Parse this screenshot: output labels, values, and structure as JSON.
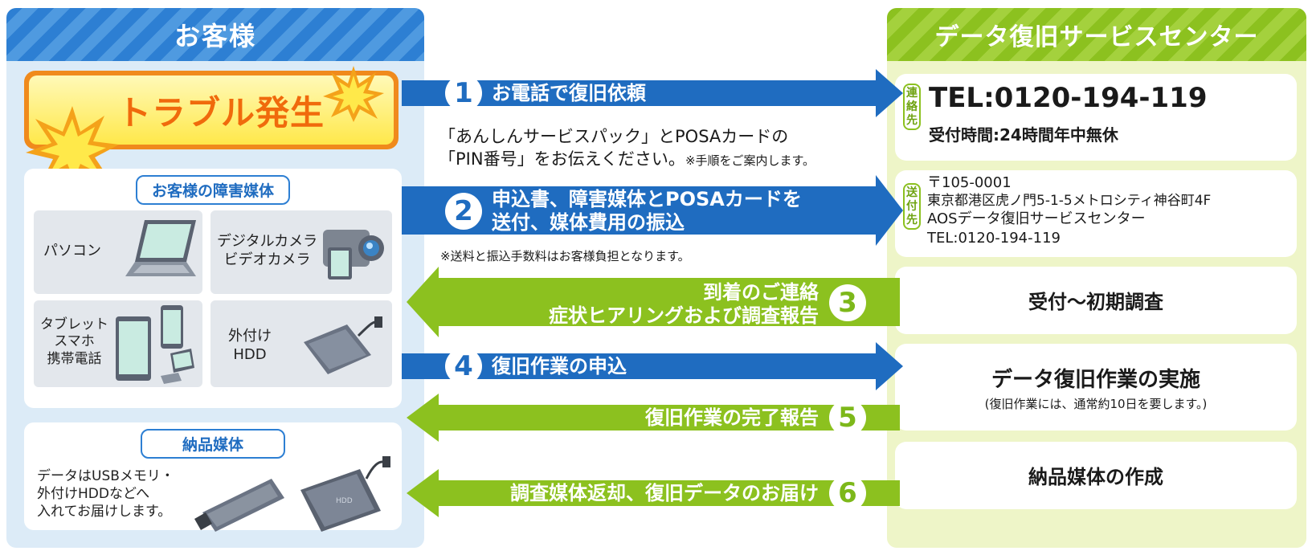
{
  "left_panel": {
    "title": "お客様",
    "trouble": "トラブル発生",
    "media_title": "お客様の障害媒体",
    "media": [
      {
        "label": "パソコン"
      },
      {
        "label_lines": [
          "デジタルカメラ",
          "ビデオカメラ"
        ]
      },
      {
        "label_lines": [
          "タブレット",
          "スマホ",
          "携帯電話"
        ]
      },
      {
        "label_lines": [
          "外付け",
          "HDD"
        ]
      }
    ],
    "delivery_title": "納品媒体",
    "delivery_text": [
      "データはUSBメモリ・",
      "外付けHDDなどへ",
      "入れてお届けします。"
    ],
    "hdd_label": "HDD"
  },
  "right_panel": {
    "title": "データ復旧サービスセンター",
    "contact": {
      "tag": [
        "連",
        "絡",
        "先"
      ],
      "tel": "TEL:0120-194-119",
      "hours": "受付時間:24時間年中無休"
    },
    "address": {
      "tag": [
        "送",
        "付",
        "先"
      ],
      "lines": [
        "〒105-0001",
        "東京都港区虎ノ門5-1-5メトロシティ神谷町4F",
        "AOSデータ復旧サービスセンター",
        "TEL:0120-194-119"
      ]
    },
    "step3_box": "受付〜初期調査",
    "step4_box": "データ復旧作業の実施",
    "step4_note": "(復旧作業には、通常約10日を要します。)",
    "step6_box": "納品媒体の作成"
  },
  "steps": [
    {
      "num": "1",
      "lines": [
        "お電話で復旧依頼"
      ]
    },
    {
      "num": "2",
      "lines": [
        "申込書、障害媒体とPOSAカードを",
        "送付、媒体費用の振込"
      ]
    },
    {
      "num": "3",
      "lines": [
        "到着のご連絡",
        "症状ヒアリングおよび調査報告"
      ]
    },
    {
      "num": "4",
      "lines": [
        "復旧作業の申込"
      ]
    },
    {
      "num": "5",
      "lines": [
        "復旧作業の完了報告"
      ]
    },
    {
      "num": "6",
      "lines": [
        "調査媒体返却、復旧データのお届け"
      ]
    }
  ],
  "notes": {
    "step1_line1": "「あんしんサービスパック」とPOSAカードの",
    "step1_line2_main": "「PIN番号」をお伝えください。",
    "step1_line2_small": "※手順をご案内します。",
    "step2": "※送料と振込手数料はお客様負担となります。"
  },
  "colors": {
    "blue": "#1f6cc0",
    "green": "#8cc11f",
    "orange": "#f08a1c"
  }
}
